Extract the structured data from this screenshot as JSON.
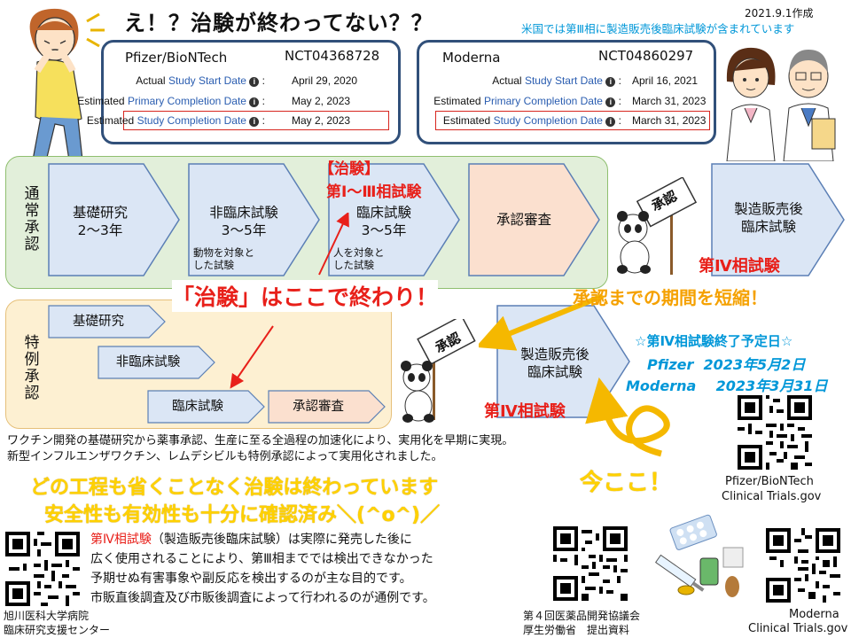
{
  "header": {
    "title": "え！？治験が終わってない？？",
    "date": "2021.9.1作成",
    "note": "米国では第Ⅲ相に製造販売後臨床試験が含まれています"
  },
  "trials": [
    {
      "name": "Pfizer/BioNTech",
      "nct": "NCT04368728",
      "rows": [
        {
          "prefix": "Actual ",
          "link": "Study Start Date",
          "value": "April 29, 2020",
          "highlight": false
        },
        {
          "prefix": "Estimated ",
          "link": "Primary Completion Date",
          "value": "May 2, 2023",
          "highlight": false
        },
        {
          "prefix": "Estimated ",
          "link": "Study Completion Date",
          "value": "May 2, 2023",
          "highlight": true
        }
      ]
    },
    {
      "name": "Moderna",
      "nct": "NCT04860297",
      "rows": [
        {
          "prefix": "Actual ",
          "link": "Study Start Date",
          "value": "April 16, 2021",
          "highlight": false
        },
        {
          "prefix": "Estimated ",
          "link": "Primary Completion Date",
          "value": "March 31, 2023",
          "highlight": false
        },
        {
          "prefix": "Estimated ",
          "link": "Study Completion Date",
          "value": "March 31, 2023",
          "highlight": true
        }
      ]
    }
  ],
  "normal": {
    "label": "通常承認",
    "steps": [
      {
        "title1": "基礎研究",
        "title2": "2～3年",
        "sub": ""
      },
      {
        "title1": "非臨床試験",
        "title2": "3～5年",
        "sub1": "動物を対象と",
        "sub2": "した試験"
      },
      {
        "title1": "臨床試験",
        "title2": "3～5年",
        "sub1": "人を対象と",
        "sub2": "した試験"
      },
      {
        "title1": "承認審査",
        "title2": "",
        "sub": ""
      },
      {
        "title1": "製造販売後",
        "title2": "臨床試験",
        "sub": ""
      }
    ],
    "chiken_label": "【治験】",
    "phase_label": "第Ⅰ～Ⅲ相試験",
    "phase4_label": "第Ⅳ相試験"
  },
  "special": {
    "label": "特例承認",
    "steps": [
      "基礎研究",
      "非臨床試験",
      "臨床試験",
      "承認審査"
    ],
    "post": {
      "title1": "製造販売後",
      "title2": "臨床試験"
    },
    "phase4_label": "第Ⅳ相試験"
  },
  "signs": {
    "left": "承認",
    "right": "承認"
  },
  "callouts": {
    "chiken_ends": "「治験」はここで終わり！",
    "shorten": "承認までの期間を短縮！",
    "schedule_title": "☆第Ⅳ相試験終了予定日☆",
    "pfizer_label": "Pfizer",
    "pfizer_date": "2023年5月2日",
    "moderna_label": "Moderna",
    "moderna_date": "2023年3月31日",
    "now_here": "今ここ！"
  },
  "body": {
    "line1": "ワクチン開発の基礎研究から薬事承認、生産に至る全過程の加速化により、実用化を早期に実現。",
    "line2": "新型インフルエンザワクチン、レムデシビルも特例承認によって実用化されました。",
    "big1": "どの工程も省くことなく治験は終わっています",
    "big2": "安全性も有効性も十分に確認済み＼(^o^)／",
    "phase4_term": "第Ⅳ相試験",
    "phase4_desc1": "（製造販売後臨床試験）は実際に発売した後に",
    "phase4_desc2": "広く使用されることにより、第Ⅲ相まででは検出できなかった",
    "phase4_desc3": "予期せぬ有害事象や副反応を検出するのが主な目的です。",
    "phase4_desc4": "市販直後調査及び市販後調査によって行われるのが通例です。"
  },
  "qr_labels": {
    "pfizer1": "Pfizer/BioNTech",
    "pfizer2": "Clinical Trials.gov",
    "moderna1": "Moderna",
    "moderna2": "Clinical Trials.gov"
  },
  "footer": {
    "left1": "旭川医科大学病院",
    "left2": "臨床研究支援センター",
    "mid1": "第４回医薬品開発協議会",
    "mid2": "厚生労働省　提出資料"
  },
  "colors": {
    "navy": "#31507a",
    "arrow_blue": "#dbe6f5",
    "arrow_border": "#5b7fb5",
    "review_fill": "#fbe0cf",
    "red": "#e8201a",
    "orange": "#f5a100",
    "link": "#0097d8"
  }
}
